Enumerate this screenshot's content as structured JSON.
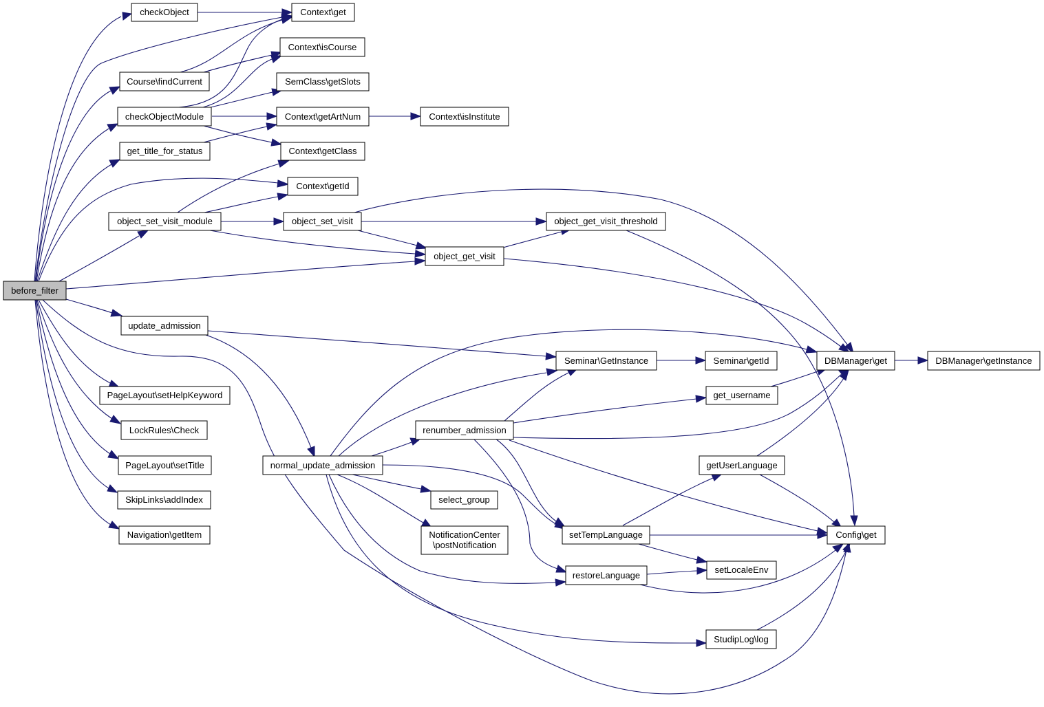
{
  "nodes": {
    "before_filter": "before_filter",
    "checkObject": "checkObject",
    "context_get": "Context\\get",
    "context_isCourse": "Context\\isCourse",
    "course_findCurrent": "Course\\findCurrent",
    "semclass_getSlots": "SemClass\\getSlots",
    "checkObjectModule": "checkObjectModule",
    "context_getArtNum": "Context\\getArtNum",
    "context_isInstitute": "Context\\isInstitute",
    "get_title_for_status": "get_title_for_status",
    "context_getClass": "Context\\getClass",
    "context_getId": "Context\\getId",
    "object_set_visit_module": "object_set_visit_module",
    "object_set_visit": "object_set_visit",
    "object_get_visit_threshold": "object_get_visit_threshold",
    "object_get_visit": "object_get_visit",
    "update_admission": "update_admission",
    "seminar_getInstance": "Seminar\\GetInstance",
    "seminar_getId": "Seminar\\getId",
    "dbmanager_get": "DBManager\\get",
    "dbmanager_getInstance": "DBManager\\getInstance",
    "pagelayout_setHelpKeyword": "PageLayout\\setHelpKeyword",
    "get_username": "get_username",
    "lockrules_check": "LockRules\\Check",
    "renumber_admission": "renumber_admission",
    "pagelayout_setTitle": "PageLayout\\setTitle",
    "normal_update_admission": "normal_update_admission",
    "getUserLanguage": "getUserLanguage",
    "skiplinks_addIndex": "SkipLinks\\addIndex",
    "select_group": "select_group",
    "navigation_getItem": "Navigation\\getItem",
    "notificationcenter_line1": "NotificationCenter",
    "notificationcenter_line2": "\\postNotification",
    "setTempLanguage": "setTempLanguage",
    "config_get": "Config\\get",
    "restoreLanguage": "restoreLanguage",
    "setLocaleEnv": "setLocaleEnv",
    "studiplog_log": "StudipLog\\log"
  },
  "edges": [
    [
      "before_filter",
      "checkObject"
    ],
    [
      "before_filter",
      "context_get"
    ],
    [
      "before_filter",
      "course_findCurrent"
    ],
    [
      "before_filter",
      "checkObjectModule"
    ],
    [
      "before_filter",
      "get_title_for_status"
    ],
    [
      "before_filter",
      "context_getId"
    ],
    [
      "before_filter",
      "object_set_visit_module"
    ],
    [
      "before_filter",
      "object_get_visit"
    ],
    [
      "before_filter",
      "update_admission"
    ],
    [
      "before_filter",
      "pagelayout_setHelpKeyword"
    ],
    [
      "before_filter",
      "lockrules_check"
    ],
    [
      "before_filter",
      "pagelayout_setTitle"
    ],
    [
      "before_filter",
      "skiplinks_addIndex"
    ],
    [
      "before_filter",
      "navigation_getItem"
    ],
    [
      "before_filter",
      "config_get"
    ],
    [
      "checkObject",
      "context_get"
    ],
    [
      "course_findCurrent",
      "context_get"
    ],
    [
      "course_findCurrent",
      "context_isCourse"
    ],
    [
      "checkObjectModule",
      "context_get"
    ],
    [
      "checkObjectModule",
      "context_isCourse"
    ],
    [
      "checkObjectModule",
      "semclass_getSlots"
    ],
    [
      "checkObjectModule",
      "context_getArtNum"
    ],
    [
      "checkObjectModule",
      "context_getClass"
    ],
    [
      "get_title_for_status",
      "context_getArtNum"
    ],
    [
      "context_getArtNum",
      "context_isInstitute"
    ],
    [
      "object_set_visit_module",
      "context_getClass"
    ],
    [
      "object_set_visit_module",
      "context_getId"
    ],
    [
      "object_set_visit_module",
      "object_set_visit"
    ],
    [
      "object_set_visit_module",
      "object_get_visit"
    ],
    [
      "object_set_visit",
      "object_get_visit_threshold"
    ],
    [
      "object_set_visit",
      "object_get_visit"
    ],
    [
      "object_set_visit",
      "dbmanager_get"
    ],
    [
      "object_get_visit",
      "object_get_visit_threshold"
    ],
    [
      "object_get_visit",
      "dbmanager_get"
    ],
    [
      "object_get_visit_threshold",
      "config_get"
    ],
    [
      "update_admission",
      "seminar_getInstance"
    ],
    [
      "update_admission",
      "normal_update_admission"
    ],
    [
      "seminar_getInstance",
      "seminar_getId"
    ],
    [
      "dbmanager_get",
      "dbmanager_getInstance"
    ],
    [
      "normal_update_admission",
      "dbmanager_get"
    ],
    [
      "normal_update_admission",
      "seminar_getInstance"
    ],
    [
      "normal_update_admission",
      "renumber_admission"
    ],
    [
      "normal_update_admission",
      "select_group"
    ],
    [
      "normal_update_admission",
      "notificationcenter"
    ],
    [
      "normal_update_admission",
      "setTempLanguage"
    ],
    [
      "normal_update_admission",
      "restoreLanguage"
    ],
    [
      "normal_update_admission",
      "studiplog_log"
    ],
    [
      "renumber_admission",
      "seminar_getInstance"
    ],
    [
      "renumber_admission",
      "get_username"
    ],
    [
      "renumber_admission",
      "dbmanager_get"
    ],
    [
      "renumber_admission",
      "config_get"
    ],
    [
      "renumber_admission",
      "setTempLanguage"
    ],
    [
      "renumber_admission",
      "restoreLanguage"
    ],
    [
      "get_username",
      "dbmanager_get"
    ],
    [
      "getUserLanguage",
      "dbmanager_get"
    ],
    [
      "getUserLanguage",
      "config_get"
    ],
    [
      "setTempLanguage",
      "getUserLanguage"
    ],
    [
      "setTempLanguage",
      "config_get"
    ],
    [
      "setTempLanguage",
      "setLocaleEnv"
    ],
    [
      "restoreLanguage",
      "setLocaleEnv"
    ],
    [
      "restoreLanguage",
      "config_get"
    ],
    [
      "studiplog_log",
      "config_get"
    ]
  ],
  "colors": {
    "edge": "#191970",
    "root_fill": "#bfbfbf",
    "node_fill": "#ffffff",
    "node_stroke": "#000000"
  }
}
